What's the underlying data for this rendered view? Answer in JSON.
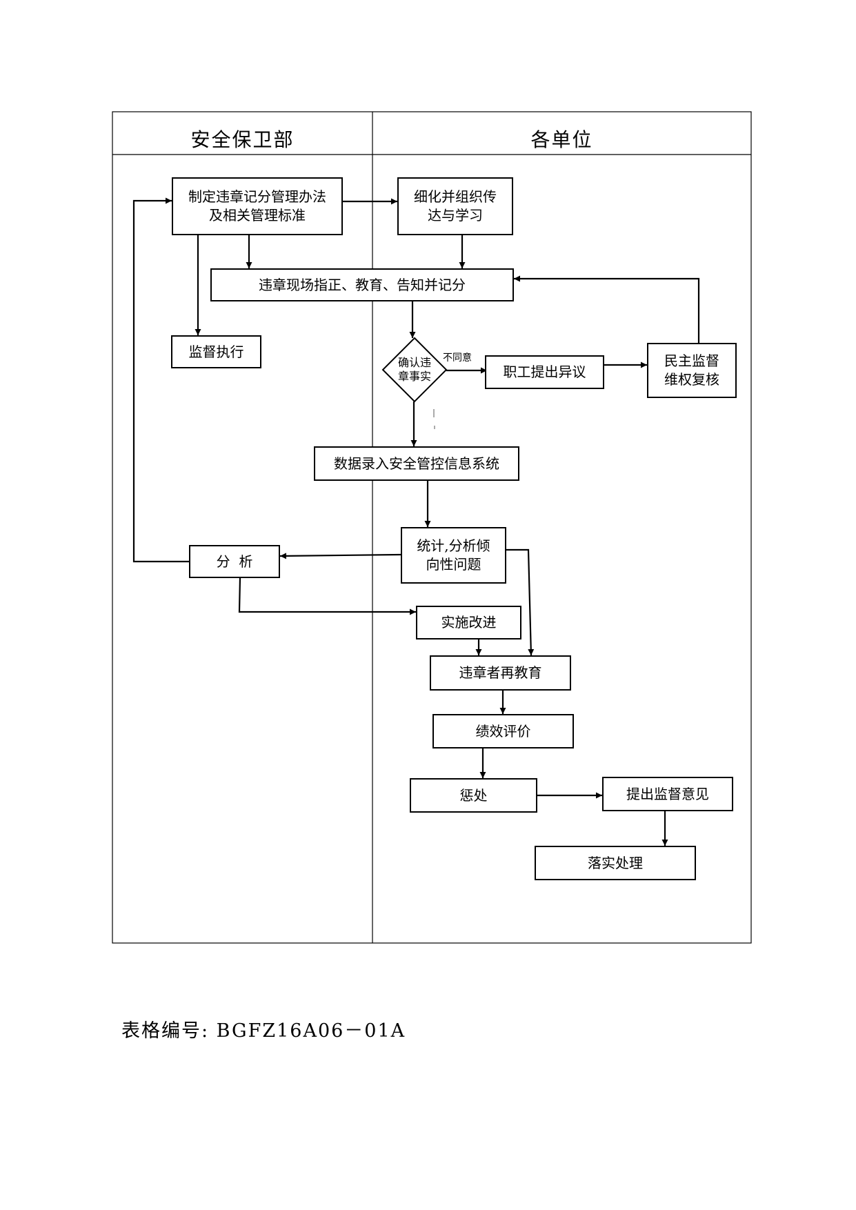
{
  "lanes": {
    "left_title": "安全保卫部",
    "right_title": "各单位"
  },
  "nodes": {
    "define_rules": "制定违章记分管理办法及相关管理标准",
    "refine_study": "细化并组织传达与学习",
    "onsite_correction": "违章现场指正、教育、告知并记分",
    "supervise": "监督执行",
    "confirm_fact": "确认违章事实",
    "employee_objection": "职工提出异议",
    "democratic_review": "民主监督维权复核",
    "data_entry": "数据录入安全管控信息系统",
    "statistics": "统计,分析倾向性问题",
    "analysis": "分  析",
    "implement_improvement": "实施改进",
    "reeducation": "违章者再教育",
    "performance_eval": "绩效评价",
    "punishment": "惩处",
    "propose_opinion": "提出监督意见",
    "implement_handling": "落实处理"
  },
  "edge_labels": {
    "disagree": "不同意"
  },
  "footer": {
    "form_number": "表格编号: BGFZ16A06－01A"
  }
}
